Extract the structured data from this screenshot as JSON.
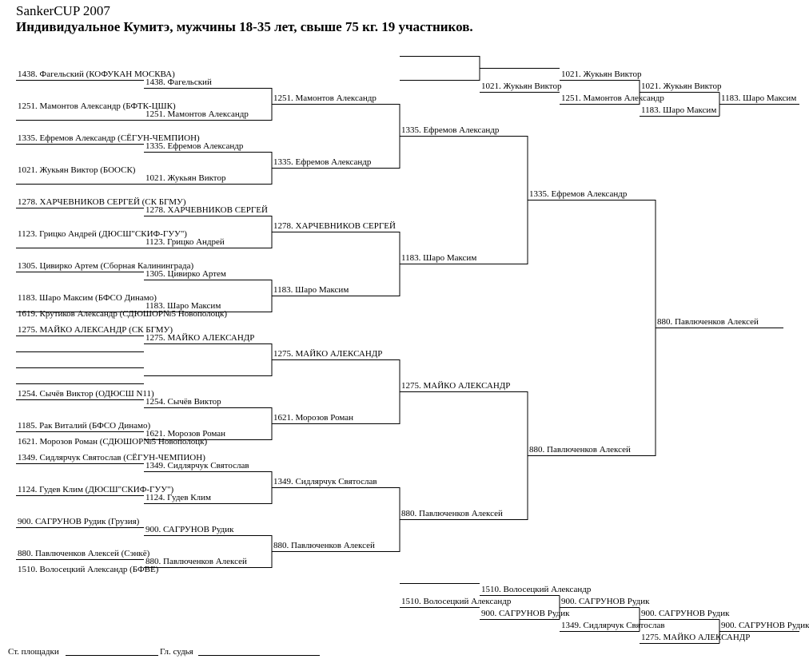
{
  "title": "SankerCUP 2007",
  "subtitle": "Индивидуальное Кумитэ, мужчины 18-35 лет, свыше  75 кг. 19 участников.",
  "round1": [
    "1438. Фагельский (КОФУКАН МОСКВА)",
    "1251. Мамонтов Александр (БФТК-ЦШК)",
    "1335. Ефремов Александр (СЁГУН-ЧЕМПИОН)",
    "1021. Жукьян Виктор (БООСК)",
    "1278. ХАРЧЕВНИКОВ СЕРГЕЙ (СК БГМУ)",
    "1123. Грицко Андрей (ДЮСШ\"СКИФ-ГУУ\")",
    "1305. Цивирко Артем (Сборная Калининграда)",
    "1183. Шаро Максим (БФСО Динамо)",
    "1619. Крутиков Александр (СДЮШОР№5 Новополоцк)",
    "1275. МАЙКО АЛЕКСАНДР (СК БГМУ)",
    "1254. Сычёв Виктор (ОДЮСШ N11)",
    "1185. Рак Виталий (БФСО Динамо)",
    "1621. Морозов Роман (СДЮШОР№5 Новополоцк)",
    "1349. Сидлярчук Святослав (СЁГУН-ЧЕМПИОН)",
    "1124. Гудев Клим (ДЮСШ\"СКИФ-ГУУ\")",
    "900. САГРУНОВ Рудик (Грузия)",
    "880. Павлюченков Алексей (Сэнкё)",
    "1510. Волосецкий Александр (БФВЕ)"
  ],
  "round2": [
    "1438. Фагельский",
    "1251. Мамонтов Александр",
    "1335. Ефремов Александр",
    "1021. Жукьян Виктор",
    "1278. ХАРЧЕВНИКОВ СЕРГЕЙ",
    "1123. Грицко Андрей",
    "1305. Цивирко Артем",
    "1183. Шаро Максим",
    "1275. МАЙКО АЛЕКСАНДР",
    "1254. Сычёв Виктор",
    "1621. Морозов Роман",
    "1349. Сидлярчук Святослав",
    "1124. Гудев Клим",
    "900. САГРУНОВ Рудик",
    "880. Павлюченков Алексей"
  ],
  "round3": [
    "1251. Мамонтов Александр",
    "1335. Ефремов Александр",
    "1278. ХАРЧЕВНИКОВ СЕРГЕЙ",
    "1183. Шаро Максим",
    "1275. МАЙКО АЛЕКСАНДР",
    "1621. Морозов Роман",
    "1349. Сидлярчук Святослав",
    "880. Павлюченков Алексей"
  ],
  "round4": [
    "1335. Ефремов Александр",
    "1183. Шаро Максим",
    "1275. МАЙКО АЛЕКСАНДР",
    "880. Павлюченков Алексей"
  ],
  "round5": [
    "1335. Ефремов Александр",
    "880. Павлюченков Алексей"
  ],
  "winner": "880. Павлюченков Алексей",
  "repechage_top": {
    "r1": [
      "1021. Жукьян Виктор",
      "1251. Мамонтов Александр"
    ],
    "r2": [
      "1021. Жукьян Виктор",
      "1183. Шаро Максим"
    ],
    "r3": "1183. Шаро Максим"
  },
  "repechage_bottom": {
    "r1": [
      "1510. Волосецкий Александр",
      "1510. Волосецкий Александр",
      "900. САГРУНОВ Рудик"
    ],
    "r2": [
      "900. САГРУНОВ Рудик",
      "1349. Сидлярчук Святослав",
      "1275. МАЙКО АЛЕКСАНДР"
    ],
    "r3": "900. САГРУНОВ Рудик",
    "r4": "900. САГРУНОВ Рудик"
  },
  "signatures": {
    "site_judge": "Ст. площадки",
    "chief_judge": "Гл. судья"
  }
}
